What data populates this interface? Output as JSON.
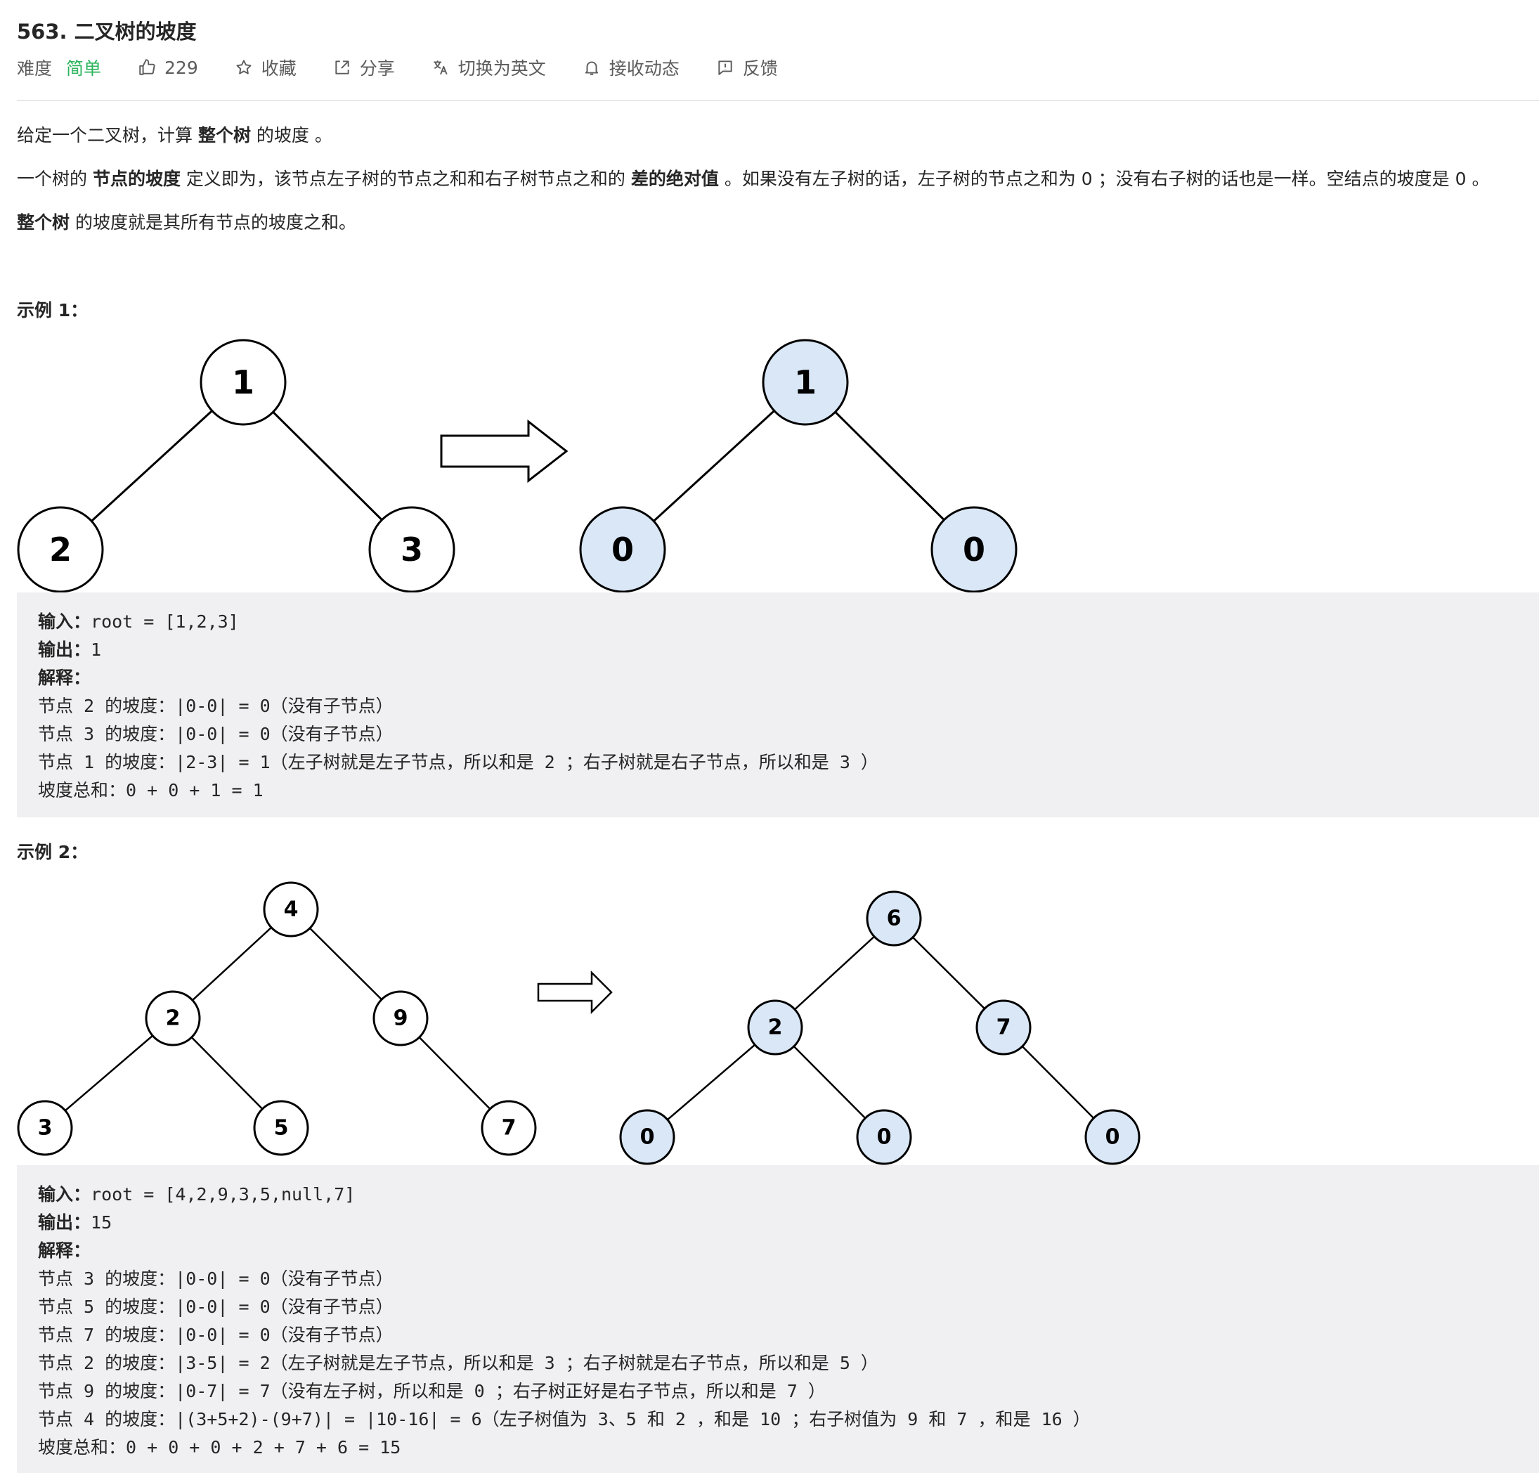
{
  "problem": {
    "title": "563. 二叉树的坡度"
  },
  "toolbar": {
    "difficulty_label": "难度",
    "difficulty_value": "简单",
    "like_count": "229",
    "favorite_label": "收藏",
    "share_label": "分享",
    "switch_label": "切换为英文",
    "subscribe_label": "接收动态",
    "feedback_label": "反馈"
  },
  "description": {
    "p1_a": "给定一个二叉树，计算 ",
    "p1_b": "整个树",
    "p1_c": " 的坡度 。",
    "p2_a": "一个树的 ",
    "p2_b": "节点的坡度",
    "p2_c": " 定义即为，该节点左子树的节点之和和右子树节点之和的 ",
    "p2_d": "差的绝对值",
    "p2_e": " 。如果没有左子树的话，左子树的节点之和为 0 ；没有右子树的话也是一样。空结点的坡度是 0 。",
    "p3_a": "整个树",
    "p3_b": " 的坡度就是其所有节点的坡度之和。"
  },
  "example1": {
    "label": "示例 1：",
    "tree_before": [
      "1",
      "2",
      "3"
    ],
    "tree_after": [
      "1",
      "0",
      "0"
    ],
    "input_label": "输入：",
    "input_value": "root = [1,2,3]",
    "output_label": "输出：",
    "output_value": "1",
    "explain_label": "解释：",
    "explain_lines": [
      "节点 2 的坡度：|0-0| = 0（没有子节点）",
      "节点 3 的坡度：|0-0| = 0（没有子节点）",
      "节点 1 的坡度：|2-3| = 1（左子树就是左子节点，所以和是 2 ；右子树就是右子节点，所以和是 3 ）",
      "坡度总和：0 + 0 + 1 = 1"
    ]
  },
  "example2": {
    "label": "示例 2：",
    "tree_before": [
      "4",
      "2",
      "9",
      "3",
      "5",
      "7"
    ],
    "tree_after": [
      "6",
      "2",
      "7",
      "0",
      "0",
      "0"
    ],
    "input_label": "输入：",
    "input_value": "root = [4,2,9,3,5,null,7]",
    "output_label": "输出：",
    "output_value": "15",
    "explain_label": "解释：",
    "explain_lines": [
      "节点 3 的坡度：|0-0| = 0（没有子节点）",
      "节点 5 的坡度：|0-0| = 0（没有子节点）",
      "节点 7 的坡度：|0-0| = 0（没有子节点）",
      "节点 2 的坡度：|3-5| = 2（左子树就是左子节点，所以和是 3 ；右子树就是右子节点，所以和是 5 ）",
      "节点 9 的坡度：|0-7| = 7（没有左子树，所以和是 0 ；右子树正好是右子节点，所以和是 7 ）",
      "节点 4 的坡度：|(3+5+2)-(9+7)| = |10-16| = 6（左子树值为 3、5 和 2 ，和是 10 ；右子树值为 9 和 7 ，和是 16 ）",
      "坡度总和：0 + 0 + 0 + 2 + 7 + 6 = 15"
    ]
  },
  "colors": {
    "accent_green": "#2db55d",
    "node_fill_result": "#dae7f7",
    "code_bg": "#f0f0f2"
  }
}
